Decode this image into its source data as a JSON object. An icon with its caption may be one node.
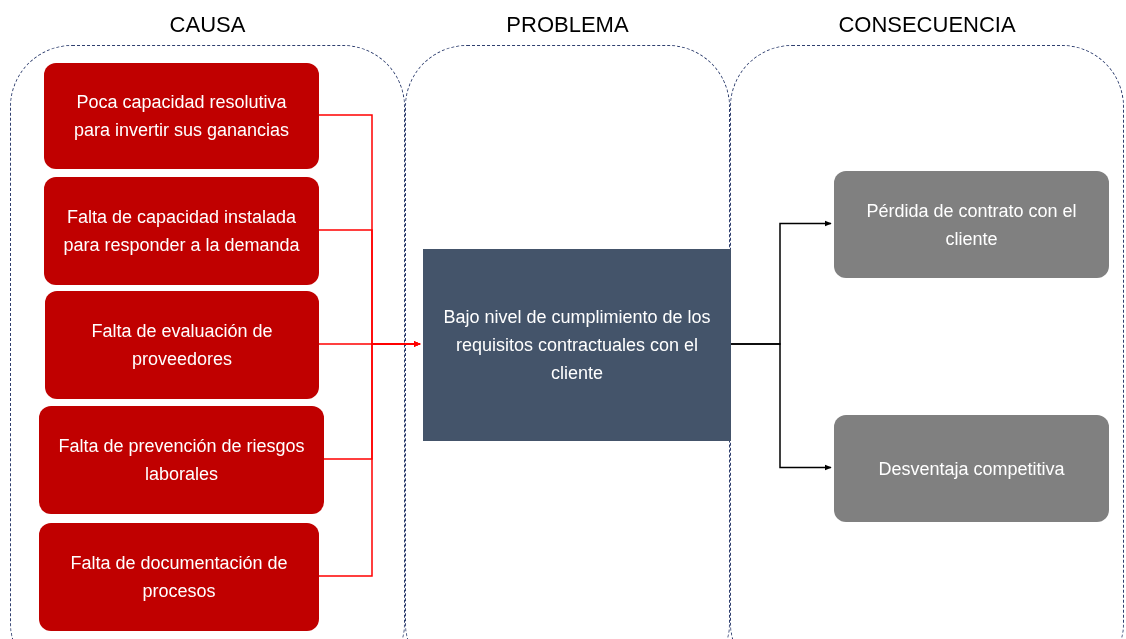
{
  "diagram": {
    "nodes": [
      {
        "text": [
          "CAUSA"
        ]
      },
      {
        "text": [
          "Poca capacidad resolutiva para invertir sus ganancias"
        ],
        "in": 0
      },
      {
        "text": [
          "Falta de capacidad instalada para responder a la demanda"
        ],
        "in": 0
      },
      {
        "text": [
          "Falta de evaluación de proveedores"
        ],
        "in": 0
      },
      {
        "text": [
          "Falta de prevención de riesgos laborales"
        ],
        "in": 0
      },
      {
        "text": [
          "Falta de documentación de procesos"
        ],
        "in": 0
      },
      {
        "text": [
          "PROBLEMA"
        ]
      },
      {
        "text": [
          "Bajo nivel de cumplimiento de los requisitos contractuales con el cliente"
        ],
        "in": 6
      },
      {
        "text": [
          "CONSECUENCIA"
        ]
      },
      {
        "text": [
          "Pérdida de contrato con el cliente"
        ],
        "in": 8
      },
      {
        "text": [
          "Desventaja competitiva"
        ],
        "in": 8
      }
    ],
    "edges": [
      {
        "from": 1,
        "to": 7,
        "arrow": "to"
      },
      {
        "from": 2,
        "to": 7,
        "arrow": "to"
      },
      {
        "from": 3,
        "to": 7,
        "arrow": "to"
      },
      {
        "from": 4,
        "to": 7,
        "arrow": "to"
      },
      {
        "from": 5,
        "to": 7,
        "arrow": "to"
      },
      {
        "from": 7,
        "to": 9,
        "arrow": "to",
        "color": "#000000"
      },
      {
        "from": 7,
        "to": 10,
        "arrow": "to",
        "color": "#000000"
      }
    ]
  }
}
